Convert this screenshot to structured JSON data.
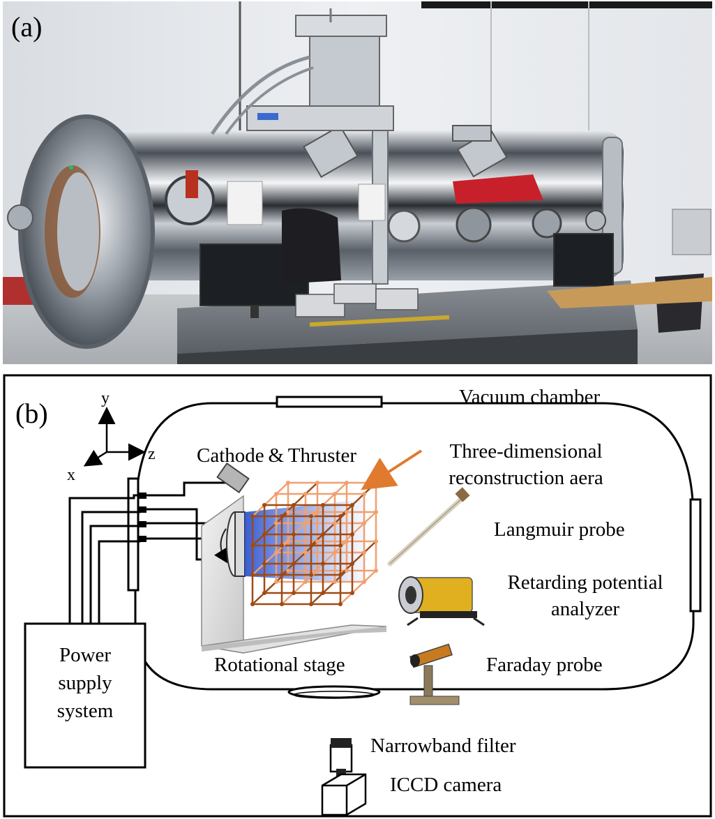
{
  "panel_a": {
    "label": "(a)"
  },
  "panel_b": {
    "label": "(b)",
    "axes": {
      "y": "y",
      "z": "z",
      "x": "x"
    },
    "chamber_label": "Vacuum chamber",
    "cathode_label": "Cathode & Thruster",
    "reconstruction_label_line1": "Three-dimensional",
    "reconstruction_label_line2": "reconstruction aera",
    "langmuir_label": "Langmuir probe",
    "rpa_label_line1": "Retarding potential",
    "rpa_label_line2": "analyzer",
    "stage_label": "Rotational stage",
    "faraday_label": "Faraday probe",
    "power_label_line1": "Power",
    "power_label_line2": "supply",
    "power_label_line3": "system",
    "filter_label": "Narrowband filter",
    "camera_label": "ICCD camera",
    "colors": {
      "grid_front": "#a04a14",
      "grid_back": "#f0a070",
      "plume": "#3a5fd0",
      "arrow": "#e07a2e"
    }
  }
}
